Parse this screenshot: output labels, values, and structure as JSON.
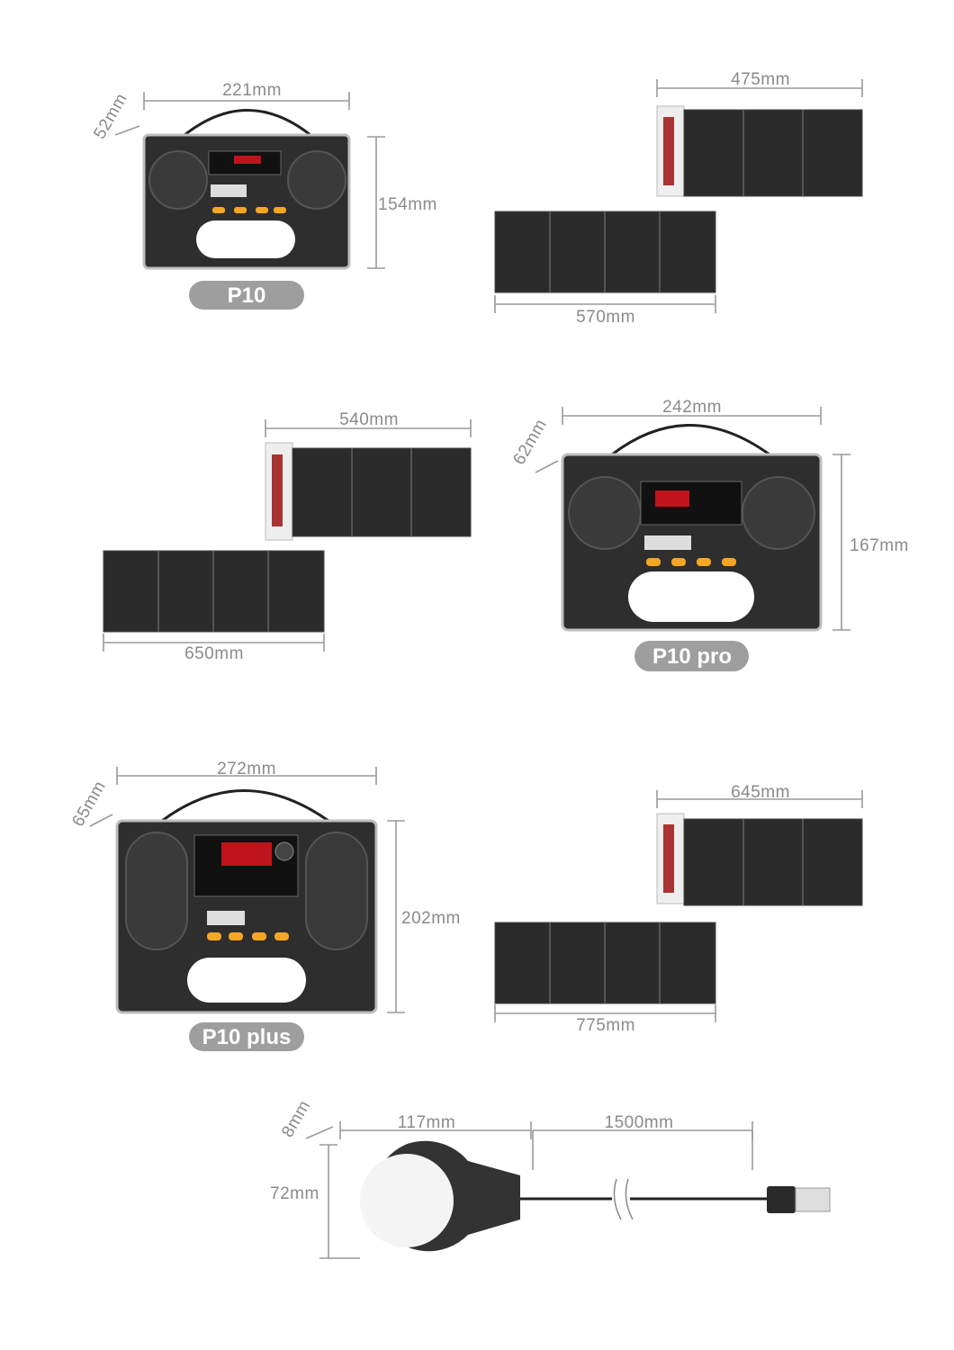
{
  "products": [
    {
      "name": "P10",
      "width": "221mm",
      "depth": "52mm",
      "height": "154mm",
      "solar_panel": {
        "folded_width": "475mm",
        "unfolded_width": "570mm"
      }
    },
    {
      "name": "P10 pro",
      "width": "242mm",
      "depth": "62mm",
      "height": "167mm",
      "solar_panel": {
        "folded_width": "540mm",
        "unfolded_width": "650mm"
      }
    },
    {
      "name": "P10 plus",
      "width": "272mm",
      "depth": "65mm",
      "height": "202mm",
      "solar_panel": {
        "folded_width": "645mm",
        "unfolded_width": "775mm"
      }
    }
  ],
  "lamp": {
    "width": "117mm",
    "cable_length": "1500mm",
    "height": "72mm",
    "depth": "8mm"
  },
  "colors": {
    "badge": "#9e9e9e",
    "dimension": "#9a9a9a",
    "device": "#2e2e2e",
    "accent_button": "#f5a623",
    "display": "#c0141c"
  }
}
